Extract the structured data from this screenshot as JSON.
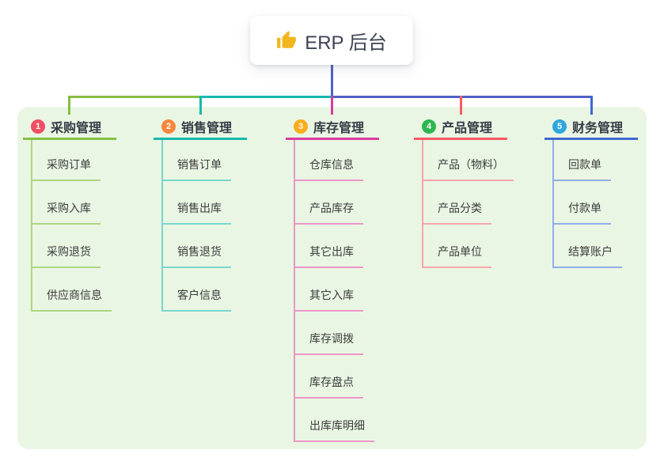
{
  "root": {
    "icon": "thumbs-up",
    "label": "ERP 后台"
  },
  "colors": {
    "bus_line": "#4f62c6",
    "panel_bg": "#e9f6e3",
    "thumb_yellow": "#f2b61e"
  },
  "branches": [
    {
      "index": "1",
      "title": "采购管理",
      "badge_color": "#f04f63",
      "line_color": "#85c043",
      "item_line_color": "#aed584",
      "items": [
        "采购订单",
        "采购入库",
        "采购退货",
        "供应商信息"
      ]
    },
    {
      "index": "2",
      "title": "销售管理",
      "badge_color": "#f8863c",
      "line_color": "#16b9ae",
      "item_line_color": "#79d6cd",
      "items": [
        "销售订单",
        "销售出库",
        "销售退货",
        "客户信息"
      ]
    },
    {
      "index": "3",
      "title": "库存管理",
      "badge_color": "#fbad1b",
      "line_color": "#d83da0",
      "item_line_color": "#ec96c9",
      "items": [
        "仓库信息",
        "产品库存",
        "其它出库",
        "其它入库",
        "库存调拨",
        "库存盘点",
        "出库库明细"
      ]
    },
    {
      "index": "4",
      "title": "产品管理",
      "badge_color": "#2eb650",
      "line_color": "#f85a64",
      "item_line_color": "#f9a5ab",
      "items": [
        "产品（物料）",
        "产品分类",
        "产品单位"
      ]
    },
    {
      "index": "5",
      "title": "财务管理",
      "badge_color": "#2fa7de",
      "line_color": "#3f68d2",
      "item_line_color": "#93ade8",
      "items": [
        "回款单",
        "付款单",
        "结算账户"
      ]
    }
  ]
}
